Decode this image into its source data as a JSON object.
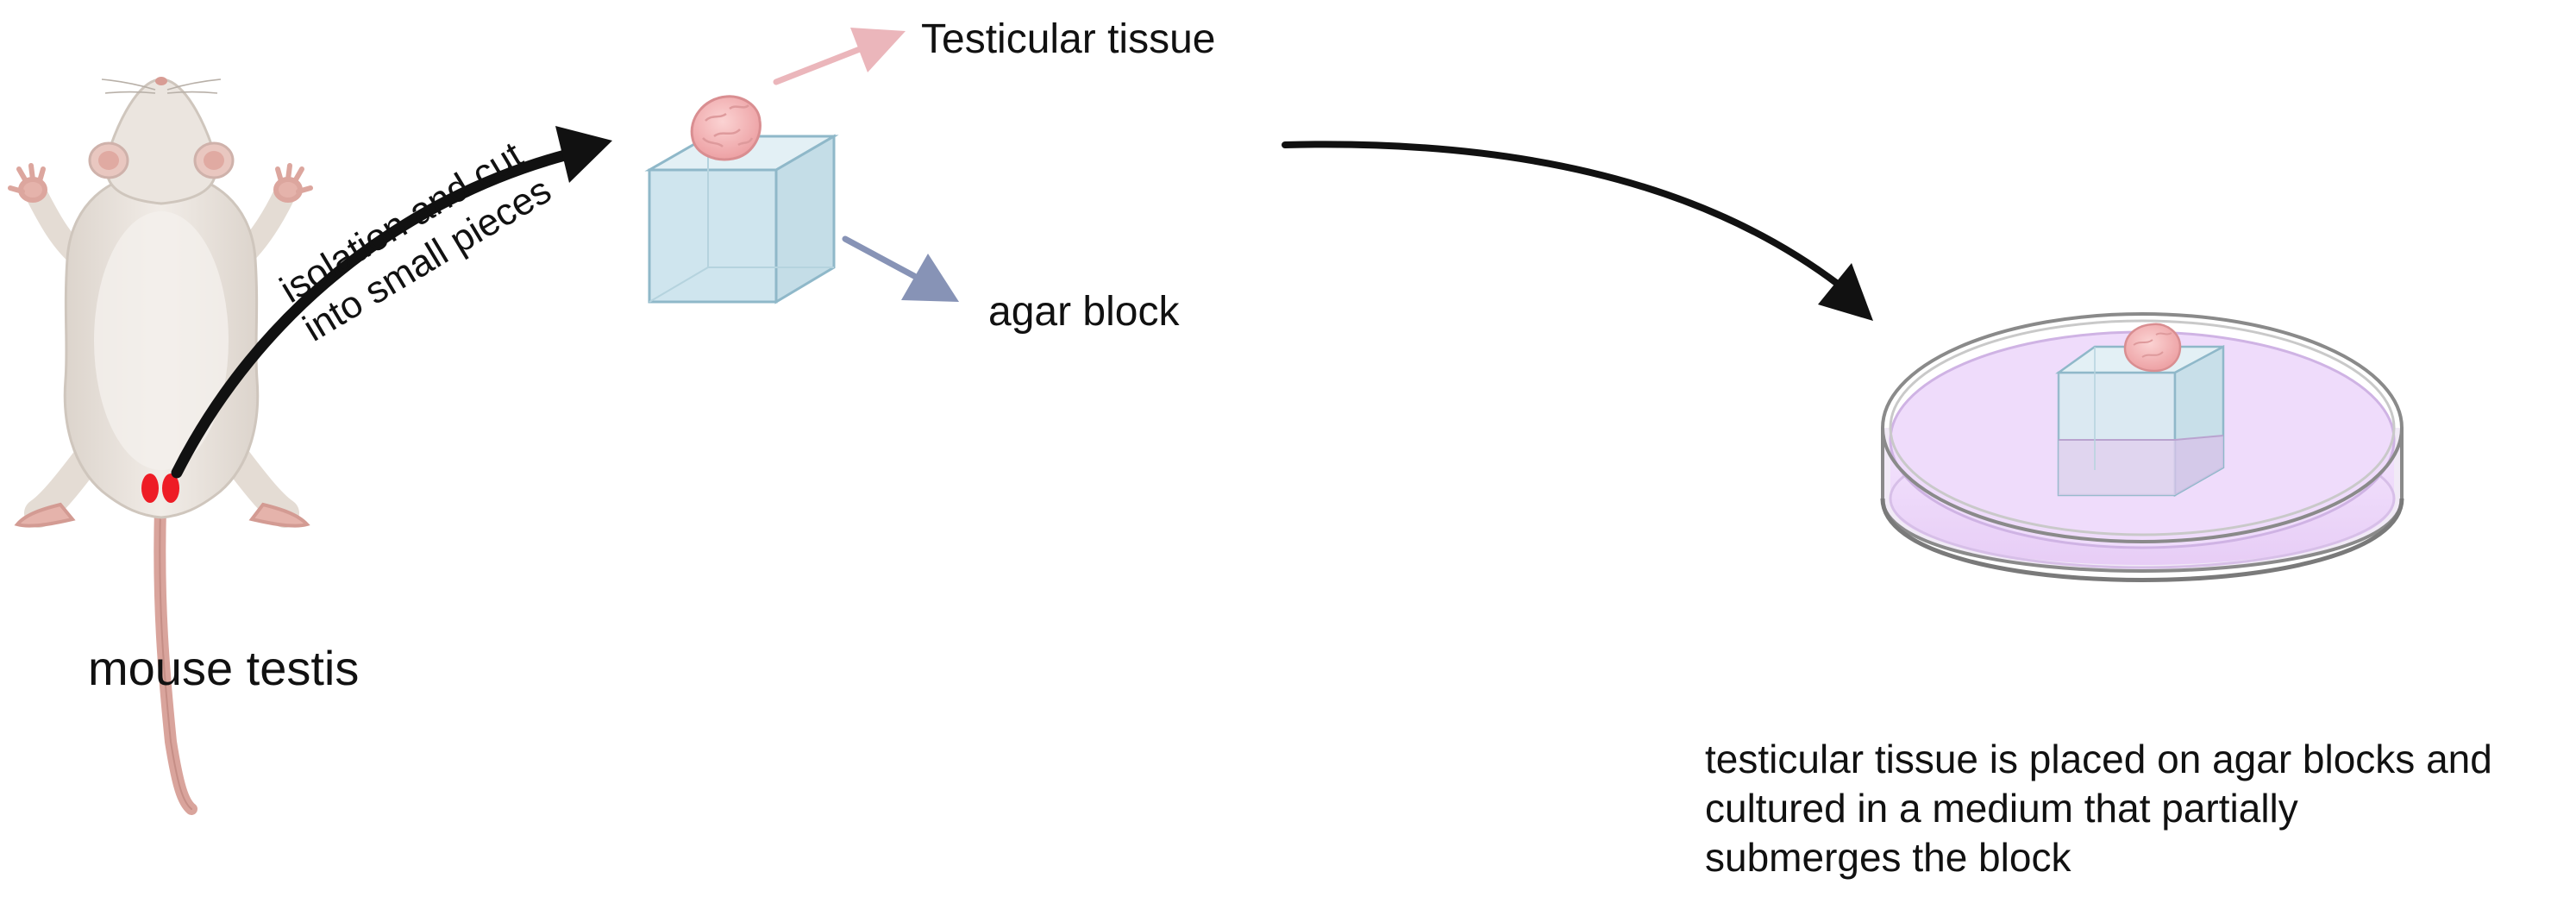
{
  "labels": {
    "mouse": "mouse testis",
    "tissue": "Testicular tissue",
    "agar": "agar block",
    "step_line1": "isolation and cut",
    "step_line2": "into small pieces",
    "culture_line1": "testicular tissue is placed on agar blocks and",
    "culture_line2": "cultured in a medium that partially",
    "culture_line3": "submerges the block"
  },
  "colors": {
    "mouse_body": "#ece6e0",
    "mouse_shadow": "#d8d0c8",
    "mouse_pink": "#e2a9a0",
    "testis_red": "#ee1c25",
    "tissue_pink": "#f4b8b8",
    "agar_fill": "#d7eaf1",
    "agar_stroke": "#8fb8c9",
    "medium_purple": "#efdcfb",
    "dish_stroke": "#8a8a8a",
    "arrow_black": "#111111",
    "arrow_pink": "#ebb6bb",
    "arrow_blue": "#8793b6"
  }
}
